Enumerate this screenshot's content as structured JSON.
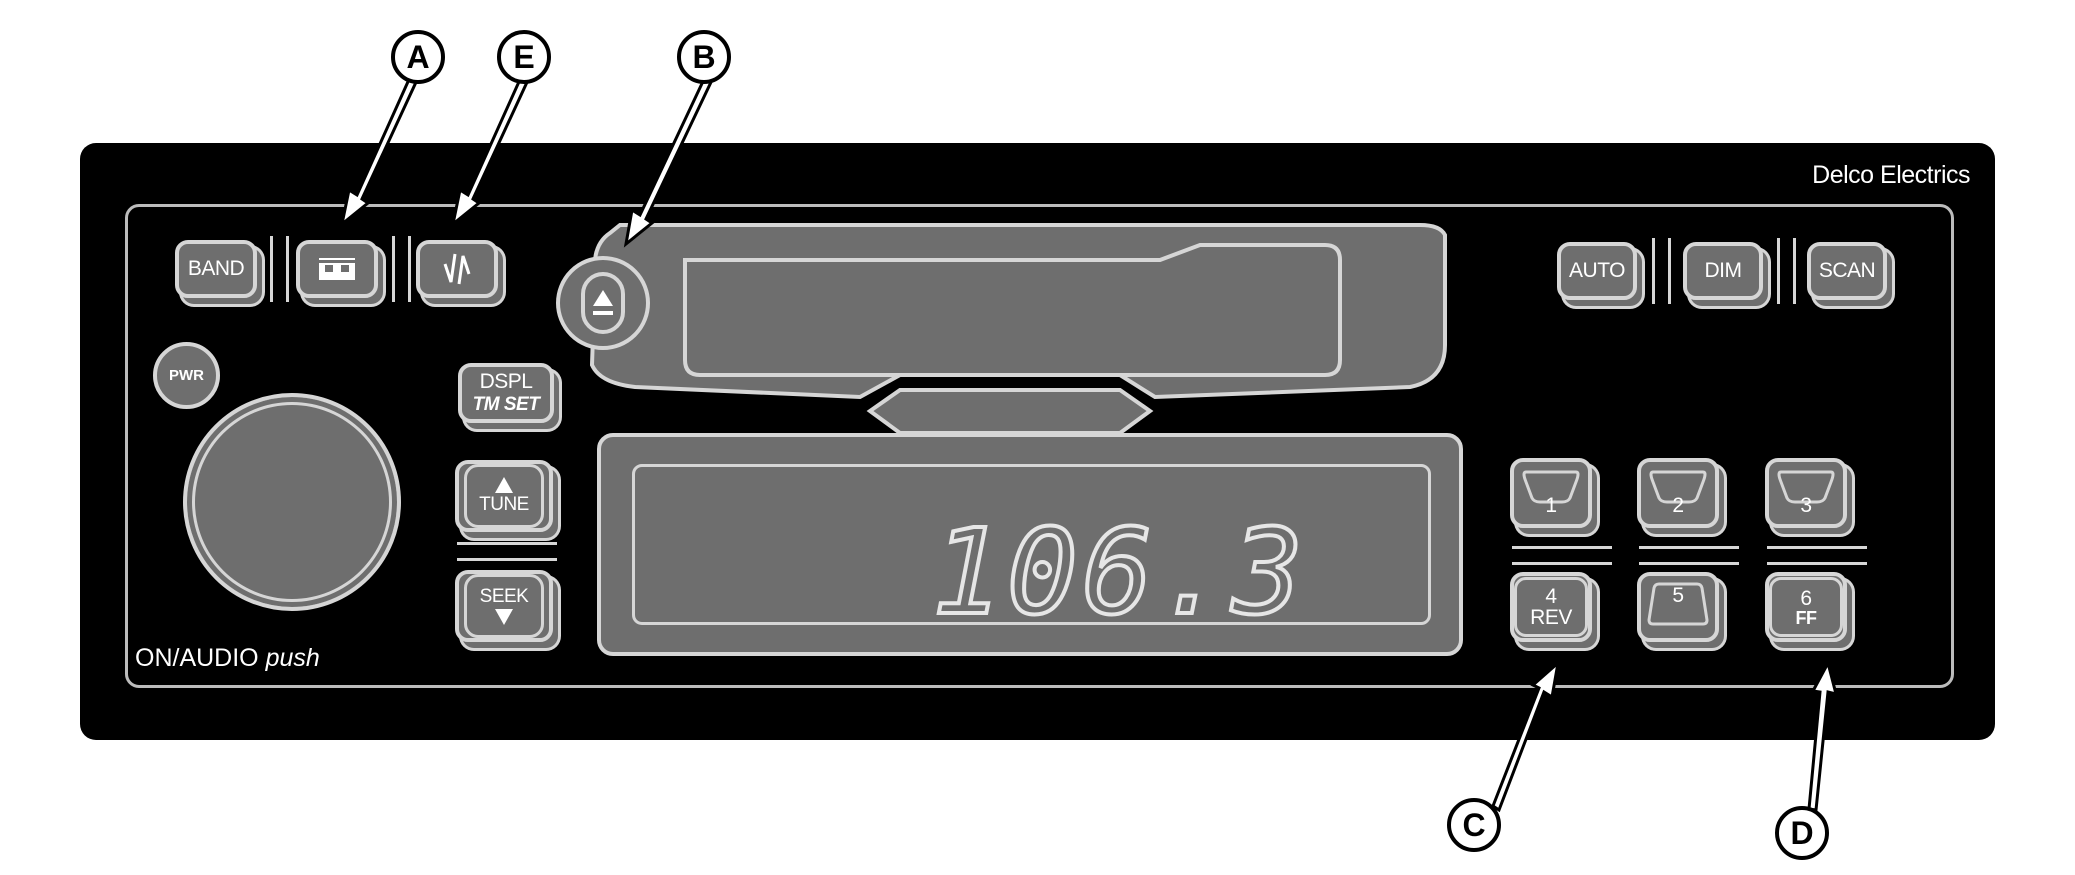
{
  "brand": "Delco Electrics",
  "buttons": {
    "band": "BAND",
    "pwr": "PWR",
    "dspl": "DSPL",
    "tm_set": "TM SET",
    "tune": "TUNE",
    "seek": "SEEK",
    "auto": "AUTO",
    "dim": "DIM",
    "scan": "SCAN"
  },
  "knob_label": {
    "main": "ON/AUDIO",
    "italic": "push"
  },
  "display": {
    "frequency": "106.3"
  },
  "presets": [
    {
      "num": "1",
      "sub": ""
    },
    {
      "num": "2",
      "sub": ""
    },
    {
      "num": "3",
      "sub": ""
    },
    {
      "num": "4",
      "sub": "REV"
    },
    {
      "num": "5",
      "sub": ""
    },
    {
      "num": "6",
      "sub": "FF"
    }
  ],
  "callouts": [
    "A",
    "E",
    "B",
    "C",
    "D"
  ],
  "icons": {
    "tape": "cassette-tape-icon",
    "side": "tape-side-switch-icon",
    "eject": "eject-icon",
    "tune_up": "up-triangle-icon",
    "seek_down": "down-triangle-icon"
  },
  "colors": {
    "body": "#000000",
    "button": "#6e6e6e",
    "outline": "#d6d6d6"
  }
}
